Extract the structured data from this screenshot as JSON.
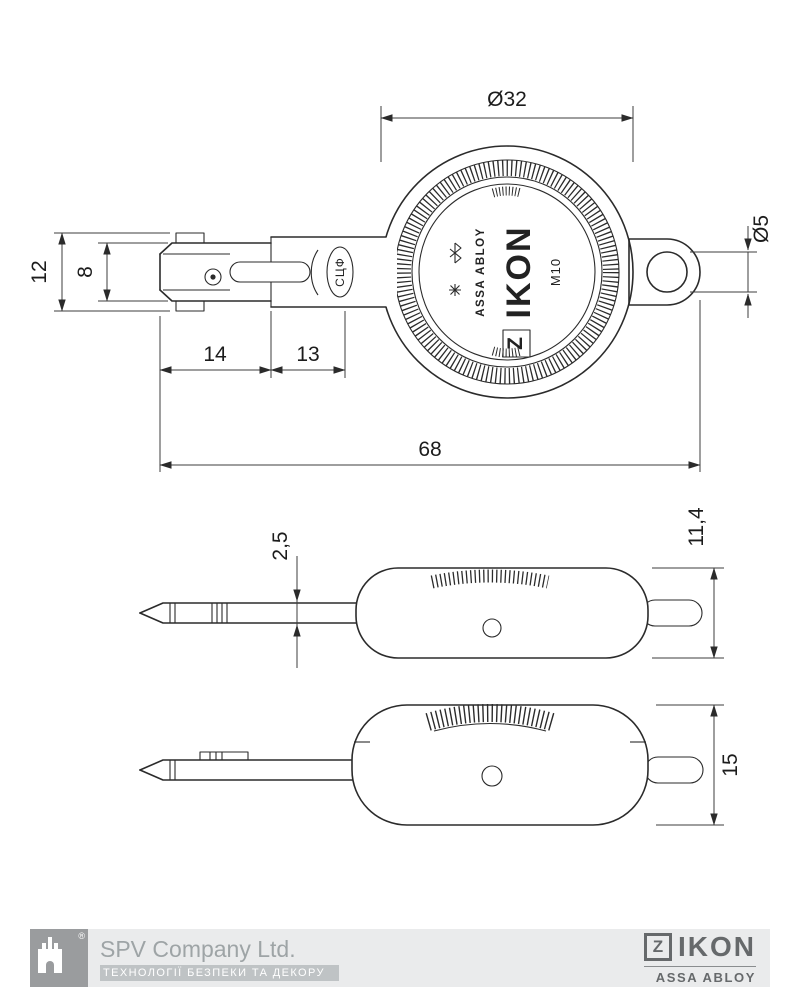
{
  "drawing": {
    "dimensions": {
      "head_diameter": "Ø32",
      "hole_diameter": "Ø5",
      "tip_height": "12",
      "blade_height": "8",
      "tip_length": "14",
      "neck_length": "13",
      "total_length": "68",
      "blade_thickness": "2,5",
      "head_thickness_small": "11,4",
      "head_thickness_large": "15"
    },
    "head_markings": {
      "brand": "IKON",
      "brand_logo_letter": "Z",
      "parent": "ASSA ABLOY",
      "model": "M10"
    },
    "shaft_stamp": "СЦФ"
  },
  "footer": {
    "logo_reg": "®",
    "company": "SPV Company Ltd.",
    "tagline": "ТЕХНОЛОГІЇ БЕЗПЕКИ ТА ДЕКОРУ",
    "brand_logo_letter": "Z",
    "brand": "IKON",
    "brand_parent": "ASSA ABLOY"
  }
}
